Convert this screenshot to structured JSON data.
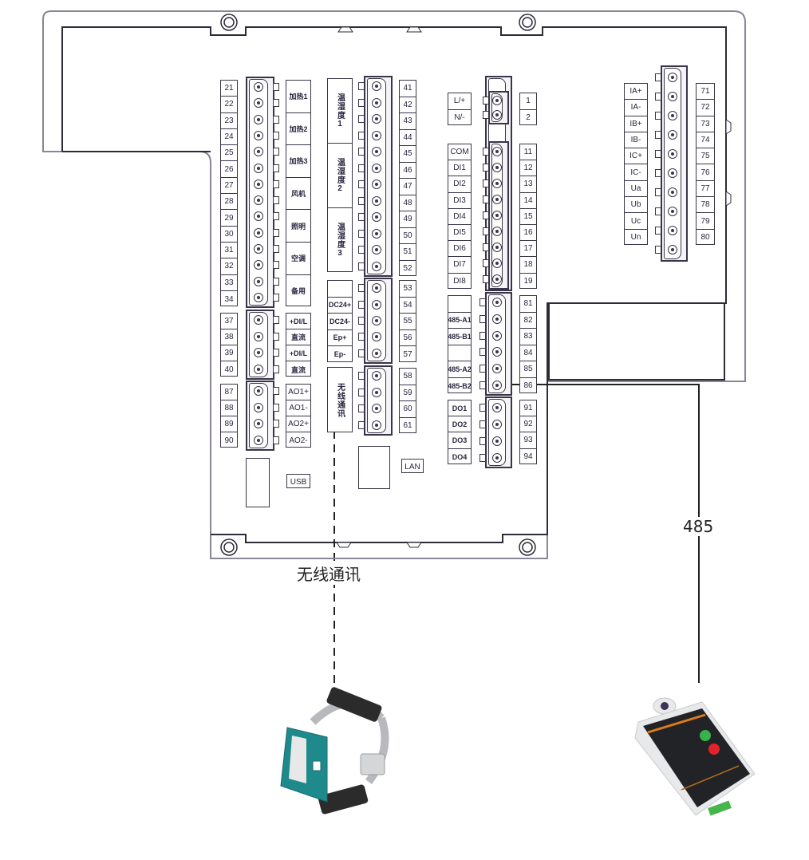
{
  "diagram": {
    "title": "Controller terminal wiring diagram",
    "links": {
      "wireless_label": "无线通讯",
      "rs485_label": "485"
    },
    "left_block": {
      "numbers_a": [
        "21",
        "22",
        "23",
        "24",
        "25",
        "26",
        "27",
        "28",
        "29",
        "30",
        "31",
        "32",
        "33",
        "34"
      ],
      "relay_labels": [
        "加热1",
        "加热2",
        "加热3",
        "风机",
        "照明",
        "空调",
        "备用"
      ],
      "numbers_b": [
        "37",
        "38",
        "39",
        "40"
      ],
      "io_labels_b": [
        "+DI/L",
        "直流",
        "+DI/L",
        "直流"
      ],
      "numbers_c": [
        "87",
        "88",
        "89",
        "90"
      ],
      "ao_labels": [
        "AO1+",
        "AO1-",
        "AO2+",
        "AO2-"
      ],
      "usb_label": "USB"
    },
    "middle_block": {
      "humidity_labels": [
        "温湿度1",
        "温湿度2",
        "温湿度3"
      ],
      "numbers_a": [
        "41",
        "42",
        "43",
        "44",
        "45",
        "46",
        "47",
        "48",
        "49",
        "50",
        "51",
        "52"
      ],
      "power_labels": [
        "",
        "DC24+",
        "DC24-",
        "Ep+",
        "Ep-"
      ],
      "numbers_b": [
        "53",
        "54",
        "55",
        "56",
        "57"
      ],
      "wireless_box_label": "无线通讯",
      "numbers_c": [
        "58",
        "59",
        "60",
        "61"
      ],
      "lan_label": "LAN"
    },
    "di_block": {
      "power_labels": [
        "L/+",
        "N/-"
      ],
      "power_numbers": [
        "1",
        "2"
      ],
      "di_labels": [
        "COM",
        "DI1",
        "DI2",
        "DI3",
        "DI4",
        "DI5",
        "DI6",
        "DI7",
        "DI8"
      ],
      "di_numbers": [
        "11",
        "12",
        "13",
        "14",
        "15",
        "16",
        "17",
        "18",
        "19"
      ],
      "comm_labels": [
        "",
        "485-A1",
        "485-B1",
        "",
        "485-A2",
        "485-B2"
      ],
      "comm_numbers": [
        "81",
        "82",
        "83",
        "84",
        "85",
        "86"
      ],
      "do_labels": [
        "DO1",
        "DO2",
        "DO3",
        "DO4"
      ],
      "do_numbers": [
        "91",
        "92",
        "93",
        "94"
      ]
    },
    "meter_block": {
      "labels": [
        "IA+",
        "IA-",
        "IB+",
        "IB-",
        "IC+",
        "IC-",
        "Ua",
        "Ub",
        "Uc",
        "Un"
      ],
      "numbers": [
        "71",
        "72",
        "73",
        "74",
        "75",
        "76",
        "77",
        "78",
        "79",
        "80"
      ]
    },
    "devices": [
      {
        "name": "wireless-temperature-sensor",
        "color": "#1f8a8c"
      },
      {
        "name": "rs485-alarm-module",
        "color": "#2a2a2a",
        "indicator_colors": [
          "#37b34a",
          "#e2232a"
        ],
        "accent": "#e07b1a"
      }
    ]
  }
}
